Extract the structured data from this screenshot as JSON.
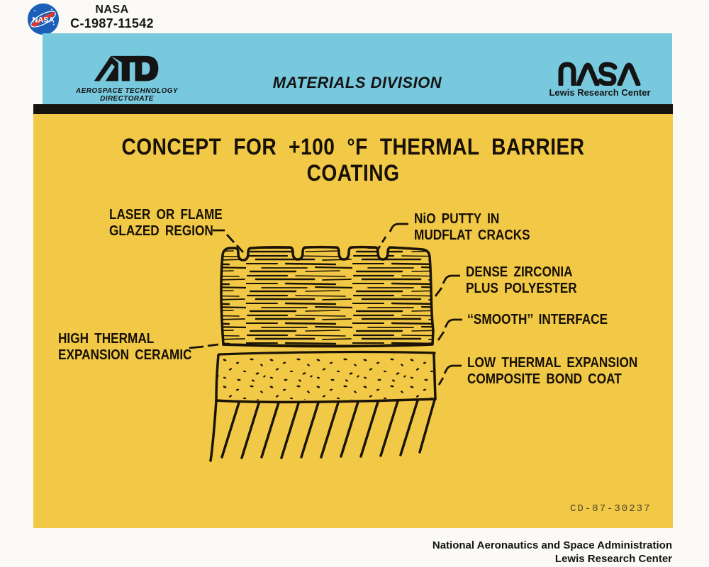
{
  "photo_header": {
    "agency": "NASA",
    "photo_id": "C-1987-11542"
  },
  "banner": {
    "atd_mark_text": "ATD",
    "atd_label": "AEROSPACE TECHNOLOGY DIRECTORATE",
    "division": "MATERIALS DIVISION",
    "nasa_worm_text": "NASA",
    "center_name": "Lewis Research Center"
  },
  "panel": {
    "title": "CONCEPT FOR +100 °F THERMAL BARRIER COATING",
    "figure_id": "CD-87-30237",
    "labels": {
      "laser": {
        "line1": "LASER OR FLAME",
        "line2": "GLAZED REGION"
      },
      "nio": {
        "line1": "NiO PUTTY IN",
        "line2": "MUDFLAT CRACKS"
      },
      "dense": {
        "line1": "DENSE ZIRCONIA",
        "line2": "PLUS POLYESTER"
      },
      "smooth": {
        "line1": "‘‘SMOOTH’’ INTERFACE"
      },
      "high": {
        "line1": "HIGH THERMAL",
        "line2": "EXPANSION CERAMIC"
      },
      "low": {
        "line1": "LOW THERMAL EXPANSION",
        "line2": "COMPOSITE BOND COAT"
      }
    }
  },
  "footer": {
    "line1": "National Aeronautics and Space Administration",
    "line2": "Lewis Research Center"
  },
  "icons": {
    "meatball": "nasa-meatball-logo",
    "meatball_text": "NASA",
    "atd": "atd-logo-mark",
    "worm": "nasa-worm-logotype"
  },
  "colors": {
    "banner_blue": "#79c9de",
    "panel_yellow": "#f2c947",
    "divider_black": "#17130e",
    "ink": "#1b1305",
    "meatball_blue": "#1c5fb8",
    "meatball_red": "#e8342a"
  }
}
